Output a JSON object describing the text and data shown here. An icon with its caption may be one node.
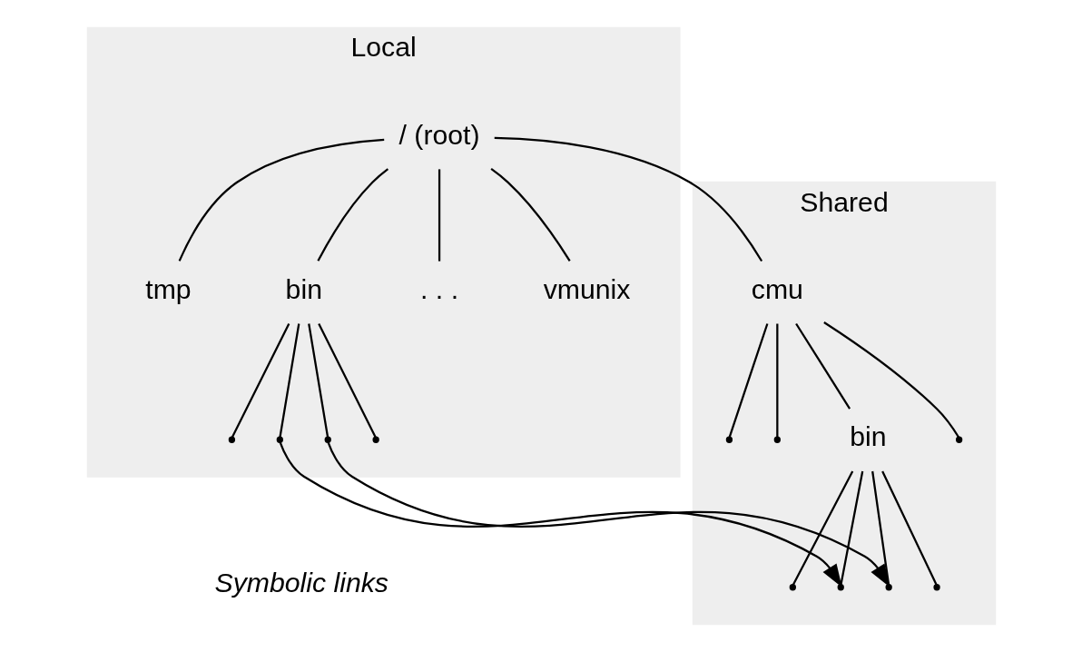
{
  "diagram": {
    "nodes": [
      {
        "text": [
          "Local"
        ]
      },
      {
        "text": [
          "Shared"
        ]
      },
      {
        "text": [
          "/ (root)"
        ],
        "in": 0
      },
      {
        "text": [
          "tmp"
        ],
        "in": 0
      },
      {
        "text": [
          "bin"
        ],
        "in": 0
      },
      {
        "text": [
          ". . ."
        ],
        "in": 0
      },
      {
        "text": [
          "vmunix"
        ],
        "in": 0
      },
      {
        "text": [
          "cmu"
        ],
        "in": 1
      },
      {
        "text": [
          "bin"
        ],
        "in": 1
      },
      {
        "text": [],
        "shape": "point",
        "in": 0
      },
      {
        "text": [],
        "shape": "point",
        "in": 0
      },
      {
        "text": [],
        "shape": "point",
        "in": 0
      },
      {
        "text": [],
        "shape": "point",
        "in": 0
      },
      {
        "text": [],
        "shape": "point",
        "in": 1
      },
      {
        "text": [],
        "shape": "point",
        "in": 1
      },
      {
        "text": [],
        "shape": "point",
        "in": 1
      },
      {
        "text": [],
        "shape": "point",
        "in": 1
      },
      {
        "text": [],
        "shape": "point",
        "in": 1
      },
      {
        "text": [],
        "shape": "point",
        "in": 1
      },
      {
        "text": [],
        "shape": "point",
        "in": 1
      }
    ],
    "edges": [
      {
        "from": 2,
        "to": 3,
        "arrow": "none"
      },
      {
        "from": 2,
        "to": 4,
        "arrow": "none"
      },
      {
        "from": 2,
        "to": 5,
        "arrow": "none"
      },
      {
        "from": 2,
        "to": 6,
        "arrow": "none"
      },
      {
        "from": 2,
        "to": 7,
        "arrow": "none"
      },
      {
        "from": 4,
        "to": 9,
        "arrow": "none"
      },
      {
        "from": 4,
        "to": 10,
        "arrow": "none"
      },
      {
        "from": 4,
        "to": 11,
        "arrow": "none"
      },
      {
        "from": 4,
        "to": 12,
        "arrow": "none"
      },
      {
        "from": 7,
        "to": 13,
        "arrow": "none"
      },
      {
        "from": 7,
        "to": 14,
        "arrow": "none"
      },
      {
        "from": 7,
        "to": 8,
        "arrow": "none"
      },
      {
        "from": 7,
        "to": 15,
        "arrow": "none"
      },
      {
        "from": 8,
        "to": 16,
        "arrow": "none"
      },
      {
        "from": 8,
        "to": 17,
        "arrow": "none"
      },
      {
        "from": 8,
        "to": 18,
        "arrow": "none"
      },
      {
        "from": 8,
        "to": 19,
        "arrow": "none"
      },
      {
        "from": 10,
        "to": 17,
        "arrow": "to"
      },
      {
        "from": 11,
        "to": 18,
        "arrow": "to"
      }
    ],
    "labels": [
      "Symbolic links"
    ]
  }
}
